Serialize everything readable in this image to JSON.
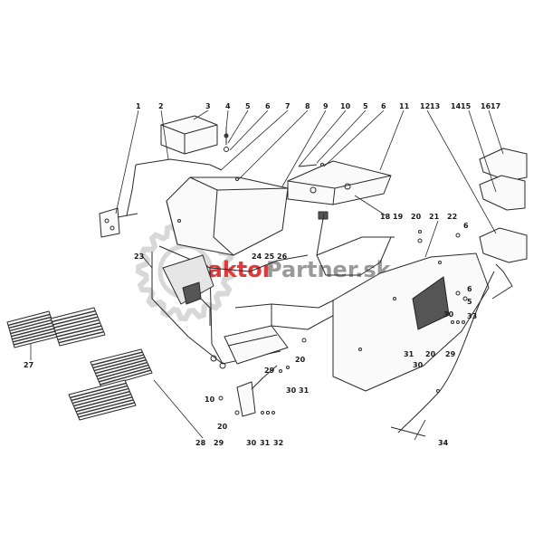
{
  "watermark": {
    "part1": "Traktor",
    "part2": "Partner.sk",
    "color1": "#e23a3a",
    "color2": "#9a9a9a",
    "gear_color": "#d8d8d8"
  },
  "labels": {
    "l1": "1",
    "l2": "2",
    "l3": "3",
    "l4": "4",
    "l5a": "5",
    "l6a": "6",
    "l7": "7",
    "l8": "8",
    "l9": "9",
    "l10a": "10",
    "l5b": "5",
    "l6b": "6",
    "l11": "11",
    "l12": "12",
    "l13": "13",
    "l14": "14",
    "l15": "15",
    "l16": "16",
    "l17": "17",
    "l18": "18",
    "l19": "19",
    "l20a": "20",
    "l21": "21",
    "l22": "22",
    "l6c": "6",
    "l23": "23",
    "l24": "24",
    "l25": "25",
    "l26": "26",
    "l6d": "6",
    "l5c": "5",
    "l33": "33",
    "l30a": "30",
    "l27": "27",
    "l31a": "31",
    "l20b": "20",
    "l30b": "30",
    "l29a": "29",
    "l29b": "29",
    "l20c": "20",
    "l30c": "30",
    "l31b": "31",
    "l10b": "10",
    "l20d": "20",
    "l28": "28",
    "l29c": "29",
    "l30d": "30",
    "l31c": "31",
    "l32": "32",
    "l34": "34"
  }
}
